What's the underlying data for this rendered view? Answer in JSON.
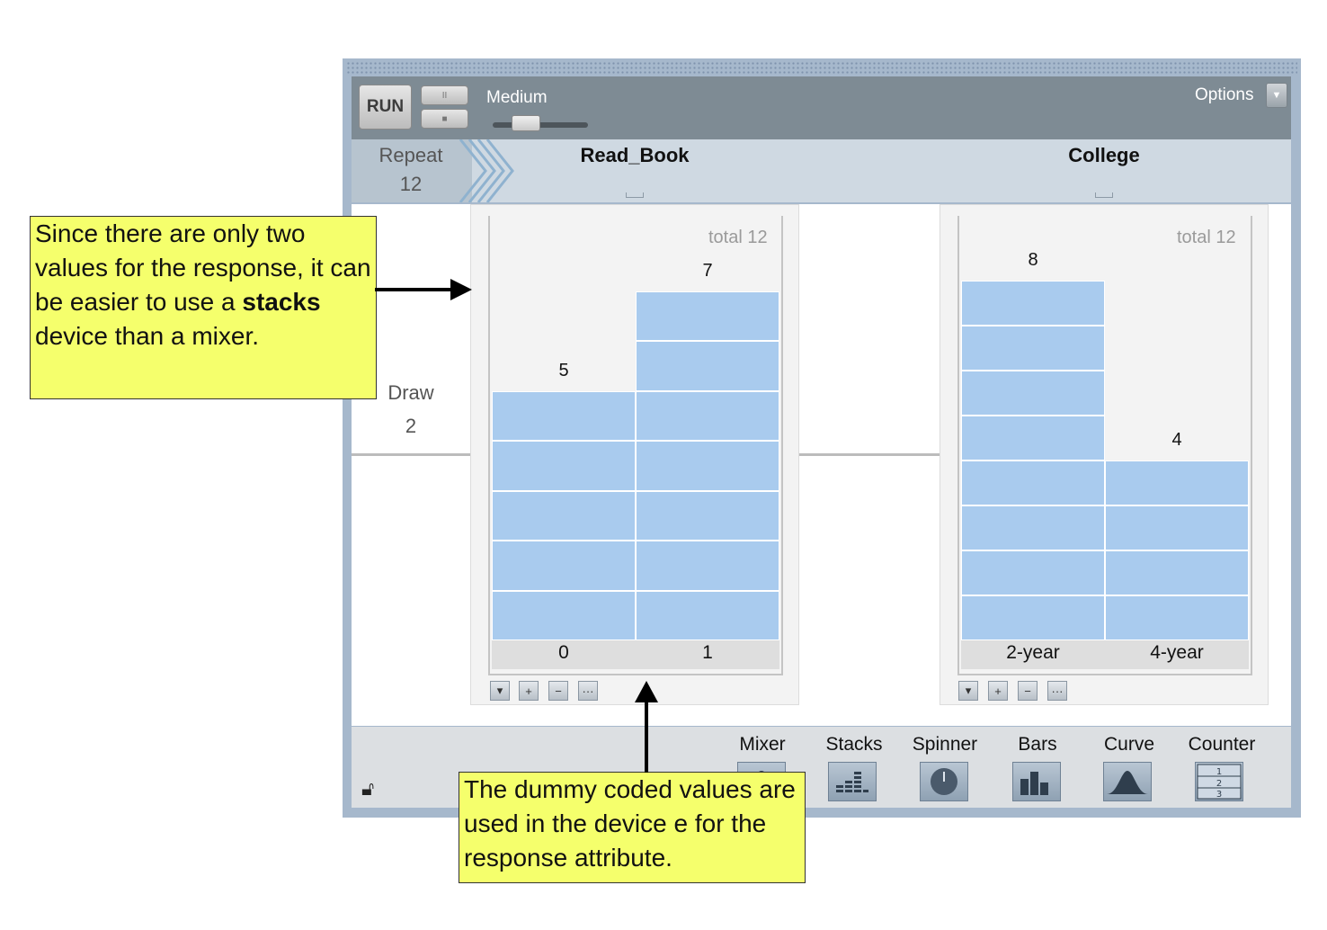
{
  "toolbar": {
    "run_label": "RUN",
    "pause_symbol": "II",
    "stop_symbol": "■",
    "speed_label": "Medium",
    "options_label": "Options",
    "options_arrow": "▼"
  },
  "header": {
    "repeat_label": "Repeat",
    "repeat_value": "12",
    "attributes": [
      "Read_Book",
      "College"
    ]
  },
  "draw": {
    "label": "Draw",
    "value": "2"
  },
  "devices": [
    {
      "attribute": "Read_Book",
      "total_label": "total 12",
      "categories": [
        "0",
        "1"
      ],
      "counts": [
        5,
        7
      ],
      "count_labels": [
        "5",
        "7"
      ]
    },
    {
      "attribute": "College",
      "total_label": "total 12",
      "categories": [
        "2-year",
        "4-year"
      ],
      "counts": [
        8,
        4
      ],
      "count_labels": [
        "8",
        "4"
      ]
    }
  ],
  "device_buttons": [
    "▾",
    "+",
    "−",
    "···"
  ],
  "palette": [
    "Mixer",
    "Stacks",
    "Spinner",
    "Bars",
    "Curve",
    "Counter"
  ],
  "callouts": {
    "left": {
      "pre": "Since there are only two values for the response, it can be easier to use a ",
      "bold": "stacks",
      "post": " device than a mixer."
    },
    "bottom": "The dummy coded values are used in the device e for the response attribute."
  },
  "colors": {
    "stack_fill": "#a9cbee",
    "callout_bg": "#f5ff6c",
    "toolbar_bg": "#7e8b94"
  }
}
